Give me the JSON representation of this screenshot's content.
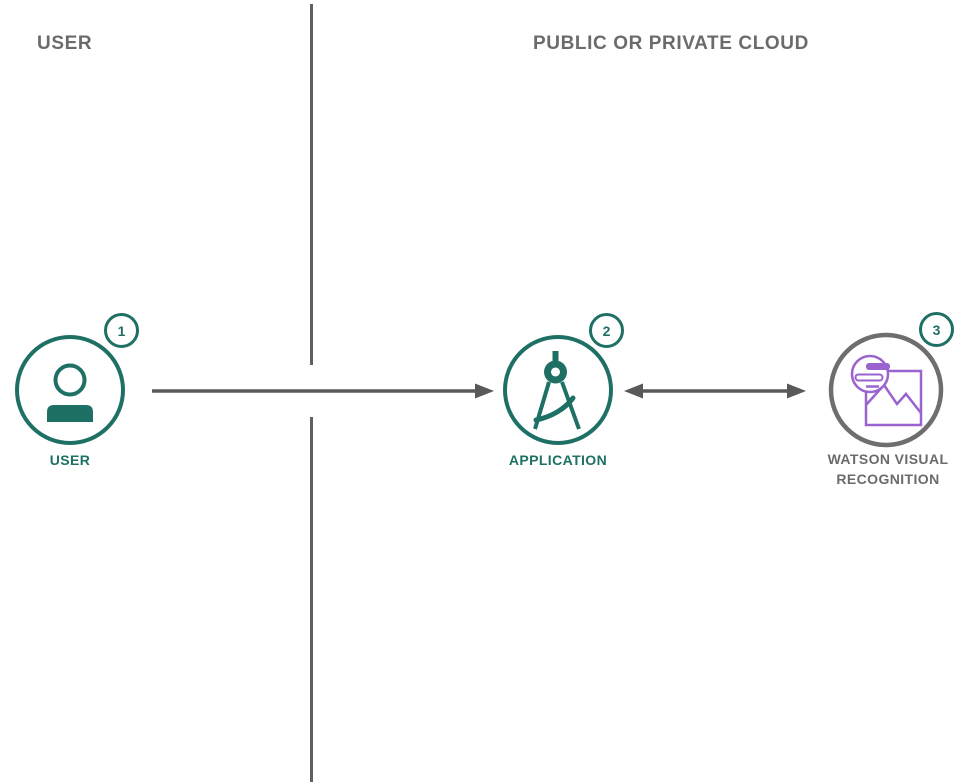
{
  "diagram": {
    "left_section_title": "USER",
    "right_section_title": "PUBLIC OR PRIVATE CLOUD"
  },
  "nodes": {
    "user": {
      "label": "USER",
      "badge": "1",
      "icon": "person-icon",
      "circle_color": "#1e7064"
    },
    "application": {
      "label": "APPLICATION",
      "badge": "2",
      "icon": "compass-icon",
      "circle_color": "#1e7064"
    },
    "watson": {
      "label": "WATSON VISUAL RECOGNITION",
      "badge": "3",
      "icon": "visual-recognition-icon",
      "circle_color": "#6e6e6e"
    }
  },
  "connections": [
    {
      "from": "user",
      "to": "application",
      "direction": "one-way"
    },
    {
      "from": "application",
      "to": "watson",
      "direction": "two-way"
    }
  ],
  "colors": {
    "teal": "#1e7064",
    "title_gray": "#6b6b6b",
    "arrow_gray": "#595959",
    "divider_gray": "#606060",
    "watson_purple": "#9a63cf",
    "background": "#ffffff"
  }
}
